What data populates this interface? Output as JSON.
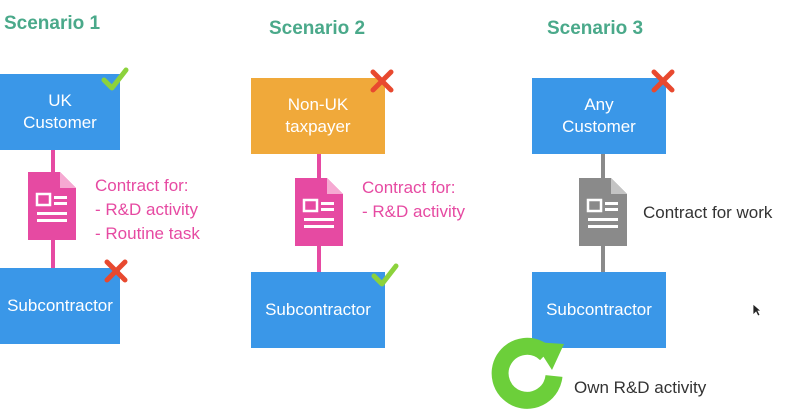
{
  "colors": {
    "heading": "#4aa98a",
    "box_blue": "#3a97e8",
    "box_orange": "#f0a93a",
    "pink": "#e64aa2",
    "gray_doc": "#8a8a8a",
    "check": "#8cd23c",
    "cross": "#e8492f",
    "loop_arrow": "#6ccf3a",
    "work_text": "#333333"
  },
  "scenarios": [
    {
      "title": "Scenario 1",
      "top_box": [
        "UK",
        "Customer"
      ],
      "top_mark": "check-icon",
      "contract_lines": [
        "Contract for:",
        "-  R&D activity",
        "-  Routine task"
      ],
      "bottom_box": "Subcontractor",
      "bottom_mark": "cross-icon"
    },
    {
      "title": "Scenario 2",
      "top_box": [
        "Non-UK",
        "taxpayer"
      ],
      "top_mark": "cross-icon",
      "contract_lines": [
        "Contract for:",
        "-  R&D activity"
      ],
      "bottom_box": "Subcontractor",
      "bottom_mark": "check-icon"
    },
    {
      "title": "Scenario 3",
      "top_box": [
        "Any",
        "Customer"
      ],
      "top_mark": "cross-icon",
      "contract_lines": [
        "Contract for work"
      ],
      "bottom_box": "Subcontractor",
      "own_activity": "Own R&D activity"
    }
  ]
}
